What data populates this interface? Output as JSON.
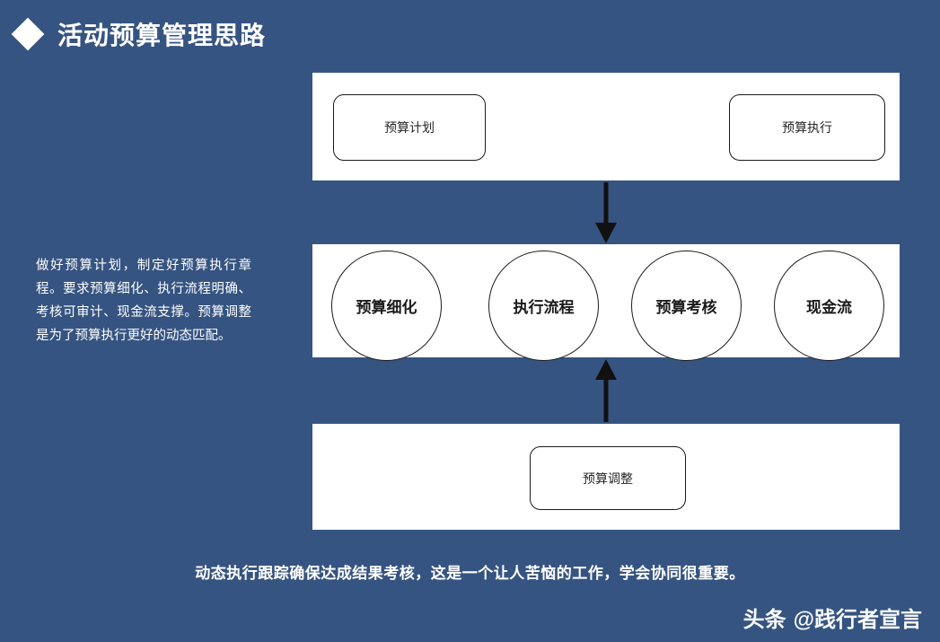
{
  "theme": {
    "background": "#365481",
    "panel": "#ffffff",
    "text_on_dark": "#ffffff",
    "node_border": "#1a1a1a",
    "node_text": "#262626"
  },
  "header": {
    "bullet_icon": "diamond-icon",
    "title": "活动预算管理思路"
  },
  "side_note": {
    "text": "做好预算计划，制定好预算执行章程。要求预算细化、执行流程明确、考核可审计、现金流支撑。预算调整是为了预算执行更好的动态匹配。"
  },
  "diagram": {
    "top_row": {
      "nodes": [
        {
          "label": "预算计划",
          "shape": "rounded-rect"
        },
        {
          "label": "预算执行",
          "shape": "rounded-rect"
        }
      ]
    },
    "middle_row": {
      "nodes": [
        {
          "label": "预算细化",
          "shape": "circle"
        },
        {
          "label": "执行流程",
          "shape": "circle"
        },
        {
          "label": "预算考核",
          "shape": "circle"
        },
        {
          "label": "现金流",
          "shape": "circle"
        }
      ]
    },
    "bottom_row": {
      "nodes": [
        {
          "label": "预算调整",
          "shape": "rounded-rect"
        }
      ]
    },
    "connectors": [
      {
        "icon": "arrow-down-icon",
        "from": "top_row",
        "to": "middle_row"
      },
      {
        "icon": "arrow-up-icon",
        "from": "bottom_row",
        "to": "middle_row"
      }
    ]
  },
  "footer": {
    "text": "动态执行跟踪确保达成结果考核，这是一个让人苦恼的工作，学会协同很重要。"
  },
  "watermark": {
    "brand": "头条",
    "handle": "@践行者宣言"
  }
}
